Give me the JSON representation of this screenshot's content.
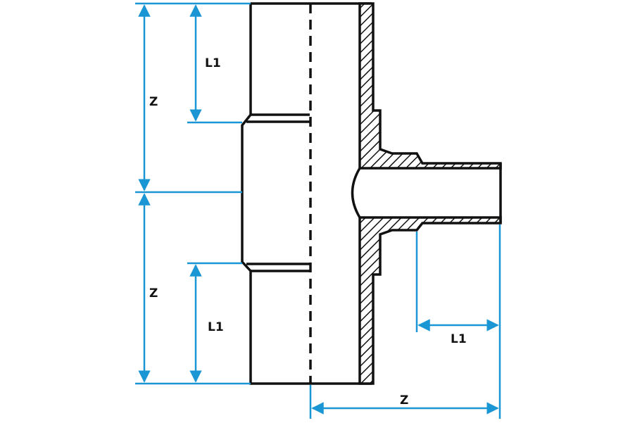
{
  "colors": {
    "dimension": "#1a96d4",
    "outline": "#111111",
    "background": "#ffffff"
  },
  "labels": {
    "z_upper": "Z",
    "l1_upper": "L1",
    "z_lower": "Z",
    "l1_lower": "L1",
    "l1_branch": "L1",
    "z_branch": "Z"
  }
}
